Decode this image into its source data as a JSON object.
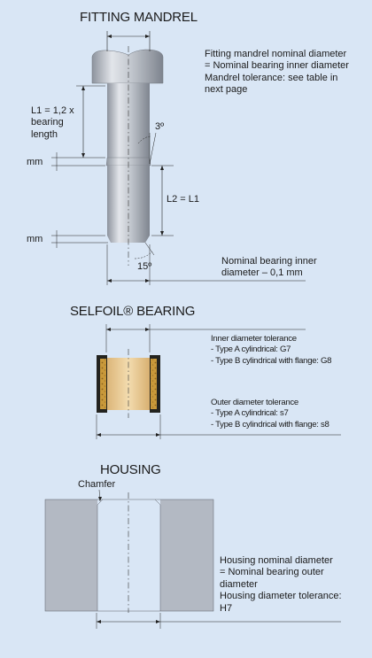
{
  "mandrel": {
    "title": "FITTING MANDREL",
    "note": [
      "Fitting mandrel nominal diameter",
      "= Nominal bearing inner diameter",
      "Mandrel tolerance: see table in",
      "next page"
    ],
    "l1_label": [
      "L1 = 1,2 x",
      "bearing",
      "length"
    ],
    "l2_label": "L2 = L1",
    "angle_top": "3º",
    "angle_bottom": "15º",
    "mm_upper": "mm",
    "mm_lower": "mm",
    "bottom_note": [
      "Nominal bearing inner",
      "diameter – 0,1 mm"
    ]
  },
  "bearing": {
    "title": "SELFOIL® BEARING",
    "inner_note": [
      "Inner diameter tolerance",
      "- Type A cylindrical: G7",
      "- Type B cylindrical with flange: G8"
    ],
    "outer_note": [
      "Outer diameter tolerance",
      "- Type A cylindrical: s7",
      "- Type B cylindrical with flange: s8"
    ]
  },
  "housing": {
    "title": "HOUSING",
    "chamfer_label": "Chamfer",
    "note": [
      "Housing nominal diameter",
      "= Nominal bearing outer",
      "diameter",
      "Housing diameter tolerance:",
      "H7"
    ]
  },
  "colors": {
    "background": "#d9e6f5",
    "steel": "#b3b9c3",
    "bronze": "#e8c991",
    "dark_band": "#23231f"
  }
}
